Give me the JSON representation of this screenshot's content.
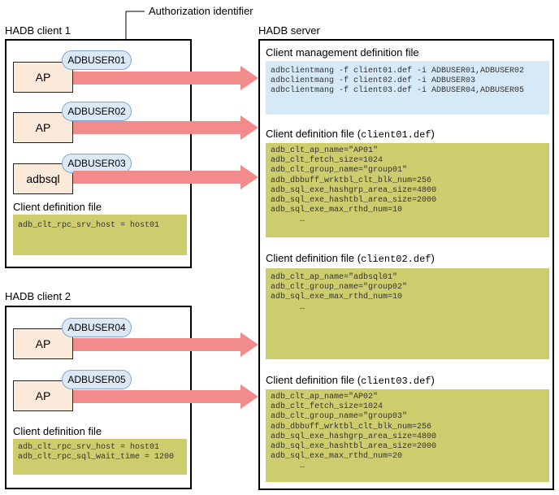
{
  "callout": {
    "label": "Authorization identifier"
  },
  "client1": {
    "title": "HADB client 1",
    "apps": [
      {
        "label": "AP",
        "auth_id": "ADBUSER01"
      },
      {
        "label": "AP",
        "auth_id": "ADBUSER02"
      },
      {
        "label": "adbsql",
        "auth_id": "ADBUSER03"
      }
    ],
    "def_title": "Client definition file",
    "def_lines": [
      "adb_clt_rpc_srv_host = host01"
    ]
  },
  "client2": {
    "title": "HADB client 2",
    "apps": [
      {
        "label": "AP",
        "auth_id": "ADBUSER04"
      },
      {
        "label": "AP",
        "auth_id": "ADBUSER05"
      }
    ],
    "def_title": "Client definition file",
    "def_lines": [
      "adb_clt_rpc_srv_host = host01",
      "adb_clt_rpc_sql_wait_time = 1200"
    ]
  },
  "server": {
    "title": "HADB server",
    "mgmt_title": "Client management definition file",
    "mgmt_lines": [
      "adbclientmang -f client01.def -i ADBUSER01,ADBUSER02",
      "adbclientmang -f client02.def -i ADBUSER03",
      "adbclientmang -f client03.def -i ADBUSER04,ADBUSER05"
    ],
    "def1": {
      "title_prefix": "Client definition file (",
      "file": "client01.def",
      "title_suffix": ")",
      "lines": [
        "adb_clt_ap_name=\"AP01\"",
        "adb_clt_fetch_size=1024",
        "adb_clt_group_name=\"group01\"",
        "adb_dbbuff_wrktbl_clt_blk_num=256",
        "adb_sql_exe_hashgrp_area_size=4800",
        "adb_sql_exe_hashtbl_area_size=2000",
        "adb_sql_exe_max_rthd_num=10",
        "      …"
      ]
    },
    "def2": {
      "title_prefix": "Client definition file (",
      "file": "client02.def",
      "title_suffix": ")",
      "lines": [
        "adb_clt_ap_name=\"adbsql01\"",
        "adb_clt_group_name=\"group02\"",
        "adb_sql_exe_max_rthd_num=10",
        "      …"
      ]
    },
    "def3": {
      "title_prefix": "Client definition file (",
      "file": "client03.def",
      "title_suffix": ")",
      "lines": [
        "adb_clt_ap_name=\"AP02\"",
        "adb_clt_fetch_size=1024",
        "adb_clt_group_name=\"group03\"",
        "adb_dbbuff_wrktbl_clt_blk_num=256",
        "adb_sql_exe_hashgrp_area_size=4800",
        "adb_sql_exe_hashtbl_area_size=2000",
        "adb_sql_exe_max_rthd_num=20",
        "      …"
      ]
    }
  },
  "colors": {
    "arrow": "#f28b8b",
    "code_box": "#cdcd6e",
    "mgmt_box": "#d6e9f7",
    "ap_box": "#fbe9d9",
    "auth_pill": "#dbe9f7"
  }
}
